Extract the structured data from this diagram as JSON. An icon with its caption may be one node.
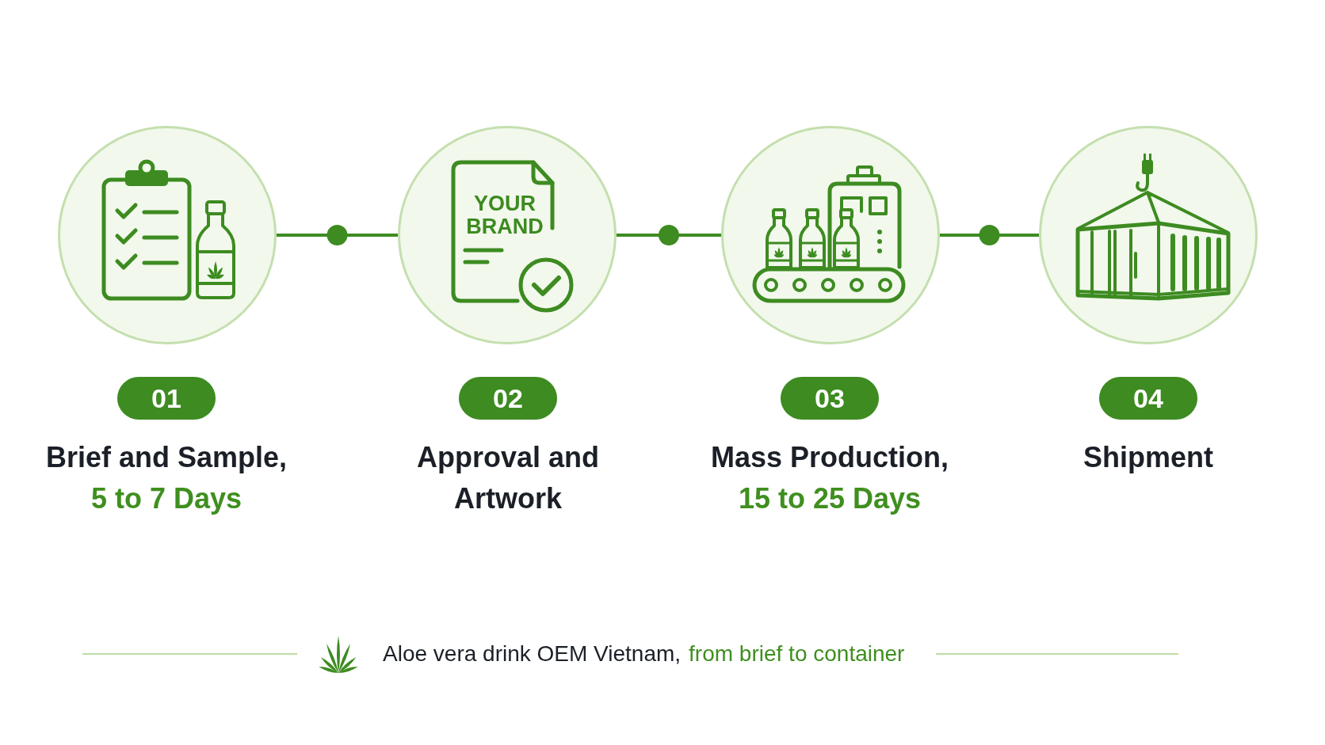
{
  "diagram": {
    "nodes": [
      {
        "text": [],
        "shape": "circle"
      },
      {
        "text": [
          "YOUR BRAND"
        ]
      },
      {
        "text": [],
        "shape": "circle"
      },
      {
        "text": [],
        "shape": "circle"
      },
      {
        "text": [
          "01"
        ],
        "beside": [
          "Brief and Sample,",
          "5 to 7 Days"
        ]
      },
      {
        "text": [
          "02"
        ],
        "beside": [
          "Approval and Artwork"
        ]
      },
      {
        "text": [
          "03"
        ],
        "beside": [
          "Mass Production,",
          "15 to 25 Days"
        ]
      },
      {
        "text": [
          "04"
        ],
        "beside": [
          "Shipment"
        ]
      }
    ],
    "edges": [
      {
        "from": 0,
        "to": 1,
        "arrow": "none"
      },
      {
        "from": 1,
        "to": 2,
        "arrow": "none"
      },
      {
        "from": 2,
        "to": 3,
        "arrow": "none"
      }
    ],
    "labels": [
      "Aloe vera drink OEM Vietnam,",
      "from brief to container"
    ]
  }
}
